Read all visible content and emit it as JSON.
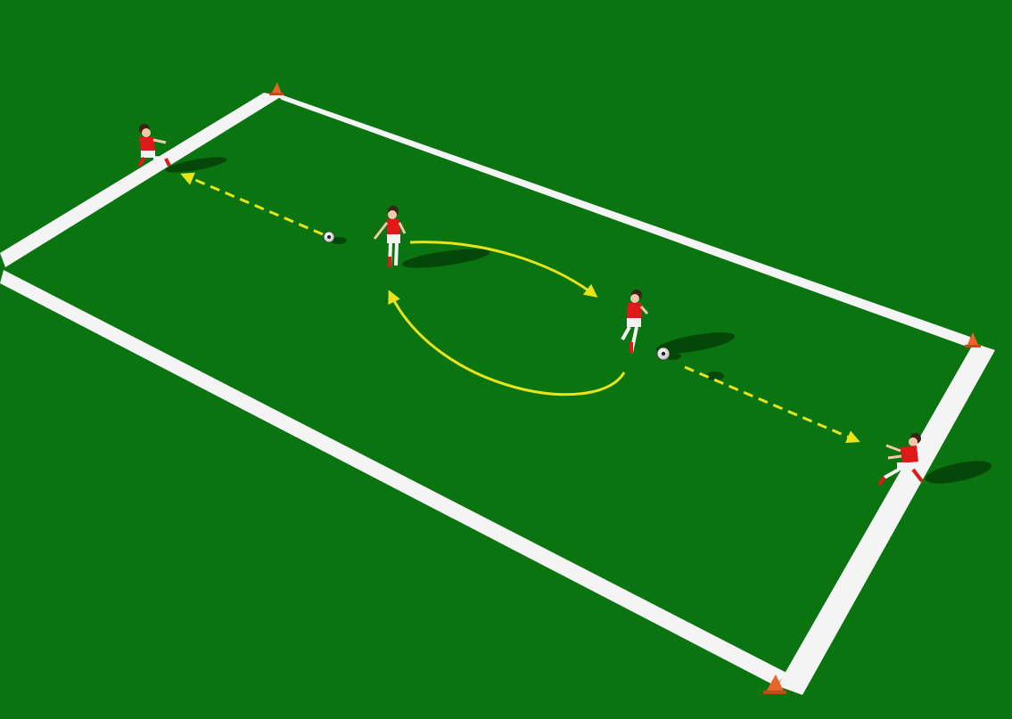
{
  "scene": {
    "grass_color": "#0a7410",
    "line_color": "#f4f4f4",
    "cone_color": "#e8642a",
    "arrow_color": "#e8e41a",
    "jersey_color": "#e01818",
    "shorts_color": "#f2f2f2"
  },
  "players": [
    {
      "id": "player-receiver-left",
      "role": "receiver"
    },
    {
      "id": "player-center-passer",
      "role": "passer"
    },
    {
      "id": "player-center-dribbler",
      "role": "dribbler"
    },
    {
      "id": "player-receiver-right",
      "role": "receiver"
    }
  ],
  "balls": [
    {
      "id": "ball-left"
    },
    {
      "id": "ball-right"
    }
  ],
  "cones": [
    {
      "id": "cone-top-left"
    },
    {
      "id": "cone-right"
    },
    {
      "id": "cone-bottom"
    }
  ],
  "arrows": [
    {
      "id": "pass-arrow-left",
      "style": "dashed"
    },
    {
      "id": "pass-arrow-right",
      "style": "dashed"
    },
    {
      "id": "rotation-arrow-upper",
      "style": "solid"
    },
    {
      "id": "rotation-arrow-lower",
      "style": "solid"
    }
  ]
}
